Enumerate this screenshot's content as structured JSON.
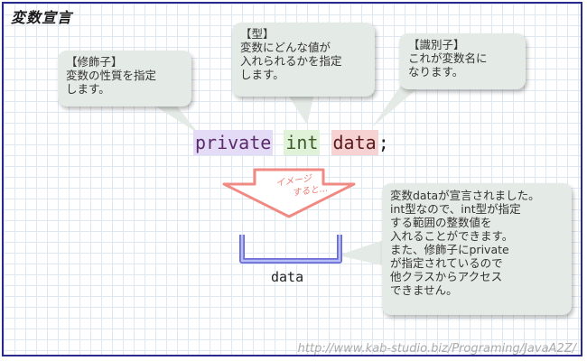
{
  "title": "変数宣言",
  "bubbles": {
    "modifier": {
      "lines": [
        "【修飾子】",
        "変数の性質を指定",
        "します。"
      ]
    },
    "type": {
      "lines": [
        "【型】",
        "変数にどんな値が",
        "入れられるかを指定",
        "します。"
      ]
    },
    "identifier": {
      "lines": [
        "【識別子】",
        "これが変数名に",
        "なります。"
      ]
    },
    "explanation": {
      "lines": [
        "変数dataが宣言されました。",
        "int型なので、int型が指定",
        "する範囲の整数値を",
        "入れることができます。",
        "また、修飾子にprivate",
        "が指定されているので",
        "他クラスからアクセス",
        "できません。"
      ]
    }
  },
  "code": {
    "modifier": "private",
    "type": "int",
    "name": "data",
    "semicolon": ";"
  },
  "arrow": {
    "line1": "イメージ",
    "line2": "すると…"
  },
  "variable_box": {
    "label": "data"
  },
  "url": "http://www.kab-studio.biz/Programing/JavaA2Z/",
  "colors": {
    "border": "#2a2a8c",
    "bubble": "#e4eae6",
    "modifier_highlight": "#e4dcf6",
    "type_highlight": "#e0f2d8",
    "name_highlight": "#f6d2d2",
    "arrow": "#f08a84"
  }
}
